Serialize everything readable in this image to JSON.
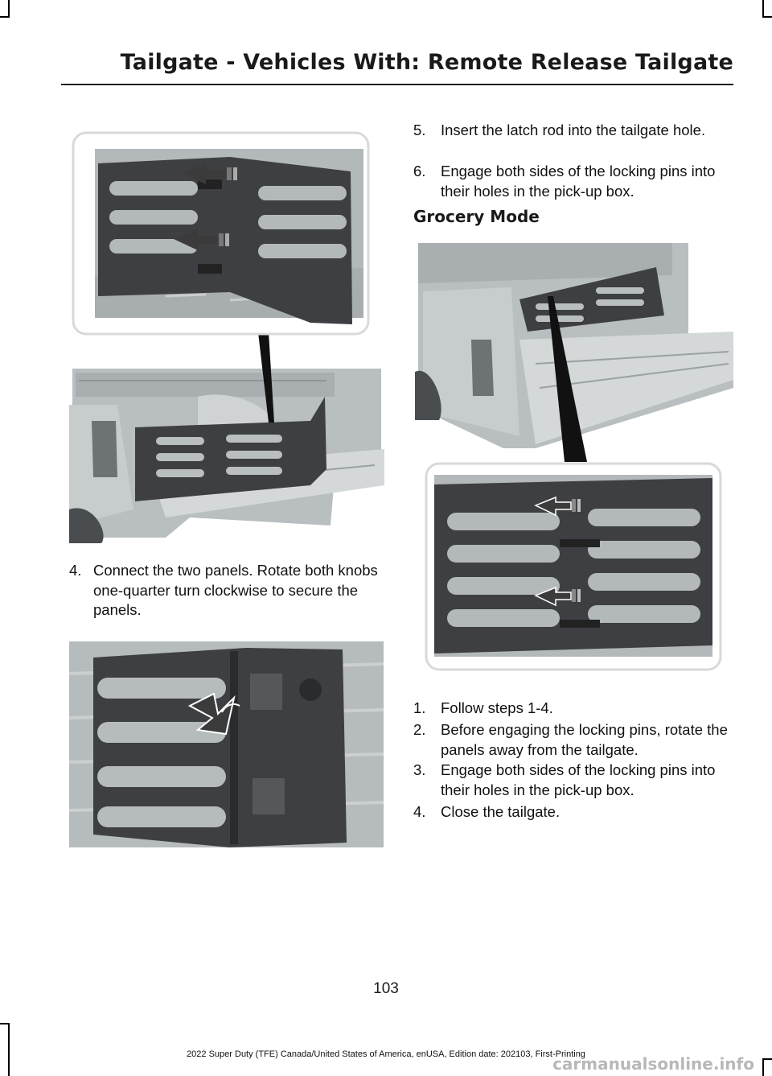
{
  "header": {
    "title": "Tailgate - Vehicles With: Remote Release Tailgate"
  },
  "left_column": {
    "step4": {
      "number": "4.",
      "text": "Connect the two panels. Rotate both knobs one-quarter turn clockwise to secure the panels."
    }
  },
  "right_column": {
    "steps_top": [
      {
        "number": "5.",
        "text": "Insert the latch rod into the tailgate hole."
      },
      {
        "number": "6.",
        "text": "Engage both sides of the locking pins into their holes in the pick-up box."
      }
    ],
    "grocery_heading": "Grocery Mode",
    "grocery_steps": [
      {
        "number": "1.",
        "text": "Follow steps 1-4."
      },
      {
        "number": "2.",
        "text": "Before engaging the locking pins, rotate the panels away from the tailgate."
      },
      {
        "number": "3.",
        "text": "Engage both sides of the locking pins into their holes in the pick-up box."
      },
      {
        "number": "4.",
        "text": "Close the tailgate."
      }
    ]
  },
  "footer": {
    "page_number": "103",
    "text": "2022 Super Duty (TFE) Canada/United States of America, enUSA, Edition date: 202103, First-Printing",
    "watermark": "carmanualsonline.info"
  },
  "colors": {
    "panel": "#3d3f42",
    "bed": "#b7bcbe",
    "arrow": "#3b3b3b"
  }
}
